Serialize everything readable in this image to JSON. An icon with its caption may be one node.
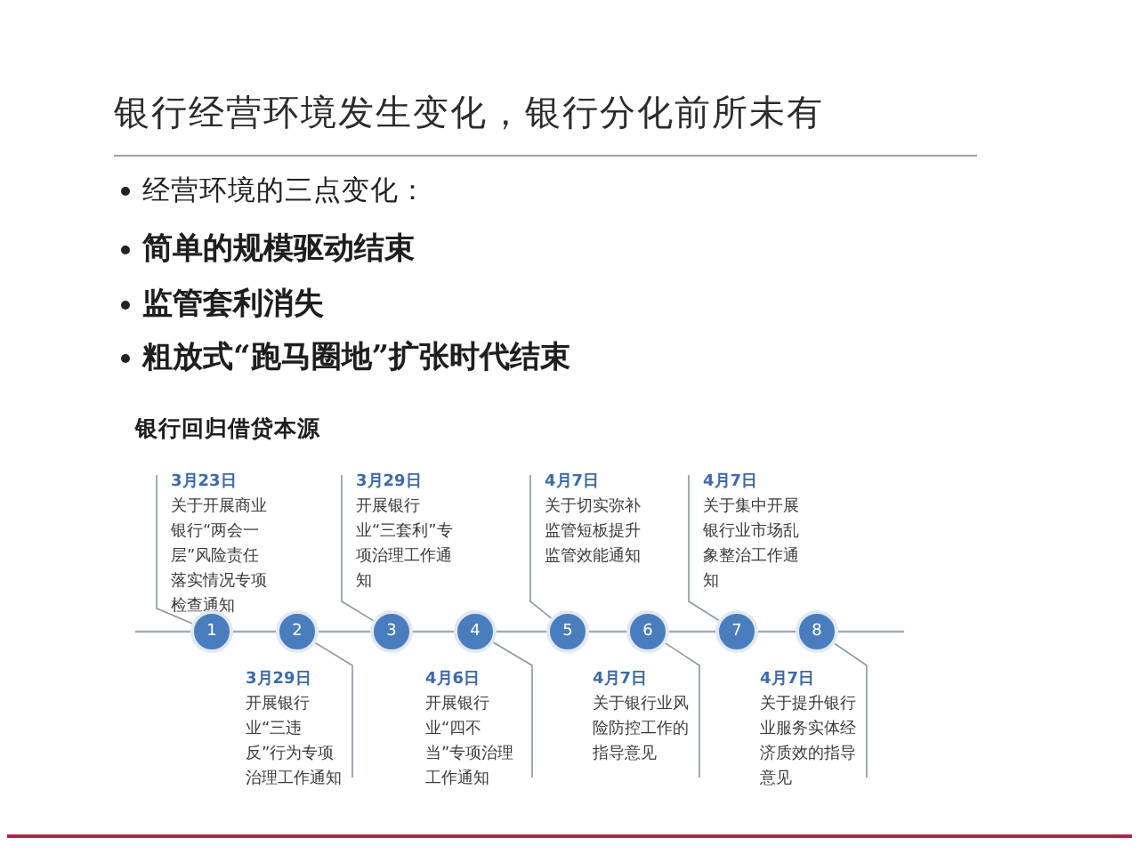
{
  "diagram": {
    "title": "银行经营环境发生变化，银行分化前所未有",
    "nodes": [
      {
        "text": [
          "3月23日",
          "关于开展商业银行“两会一层”风险责任落实情况专项检查通知"
        ]
      },
      {
        "text": [
          "3月29日",
          "开展银行业“三违反”行为专项治理工作通知"
        ]
      },
      {
        "text": [
          "3月29日",
          "开展银行业“三套利”专项治理工作通知"
        ]
      },
      {
        "text": [
          "4月6日",
          "开展银行业“四不当”专项治理工作通知"
        ]
      },
      {
        "text": [
          "4月7日",
          "关于切实弥补监管短板提升监管效能通知"
        ]
      },
      {
        "text": [
          "4月7日",
          "关于银行业风险防控工作的指导意见"
        ]
      },
      {
        "text": [
          "4月7日",
          "关于集中开展银行业市场乱象整治工作通知"
        ]
      },
      {
        "text": [
          "4月7日",
          "关于提升银行业服务实体经济质效的指导意见"
        ]
      },
      {
        "text": [
          "1"
        ]
      },
      {
        "text": [
          "2"
        ]
      },
      {
        "text": [
          "3"
        ]
      },
      {
        "text": [
          "4"
        ]
      },
      {
        "text": [
          "5"
        ]
      },
      {
        "text": [
          "6"
        ]
      },
      {
        "text": [
          "7"
        ]
      },
      {
        "text": [
          "8"
        ]
      }
    ],
    "edges": [
      {
        "from": 0,
        "to": 8,
        "arrow": "none"
      },
      {
        "from": 1,
        "to": 9,
        "arrow": "none"
      },
      {
        "from": 2,
        "to": 10,
        "arrow": "none"
      },
      {
        "from": 3,
        "to": 11,
        "arrow": "none"
      },
      {
        "from": 4,
        "to": 12,
        "arrow": "none"
      },
      {
        "from": 5,
        "to": 13,
        "arrow": "none"
      },
      {
        "from": 6,
        "to": 14,
        "arrow": "none"
      },
      {
        "from": 7,
        "to": 15,
        "arrow": "none"
      },
      {
        "from": null,
        "to": 8,
        "arrow": "none"
      },
      {
        "from": 8,
        "to": 9,
        "arrow": "none"
      },
      {
        "from": 9,
        "to": 10,
        "arrow": "none"
      },
      {
        "from": 10,
        "to": 11,
        "arrow": "none"
      },
      {
        "from": 11,
        "to": 12,
        "arrow": "none"
      },
      {
        "from": 12,
        "to": 13,
        "arrow": "none"
      },
      {
        "from": 13,
        "to": 14,
        "arrow": "none"
      },
      {
        "from": 14,
        "to": 15,
        "arrow": "none"
      },
      {
        "from": 15,
        "to": null,
        "arrow": "none"
      }
    ],
    "labels": [
      "经营环境的三点变化：",
      "简单的规模驱动结束",
      "监管套利消失",
      "粗放式“跑马圈地”扩张时代结束",
      "银行回归借贷本源"
    ]
  }
}
